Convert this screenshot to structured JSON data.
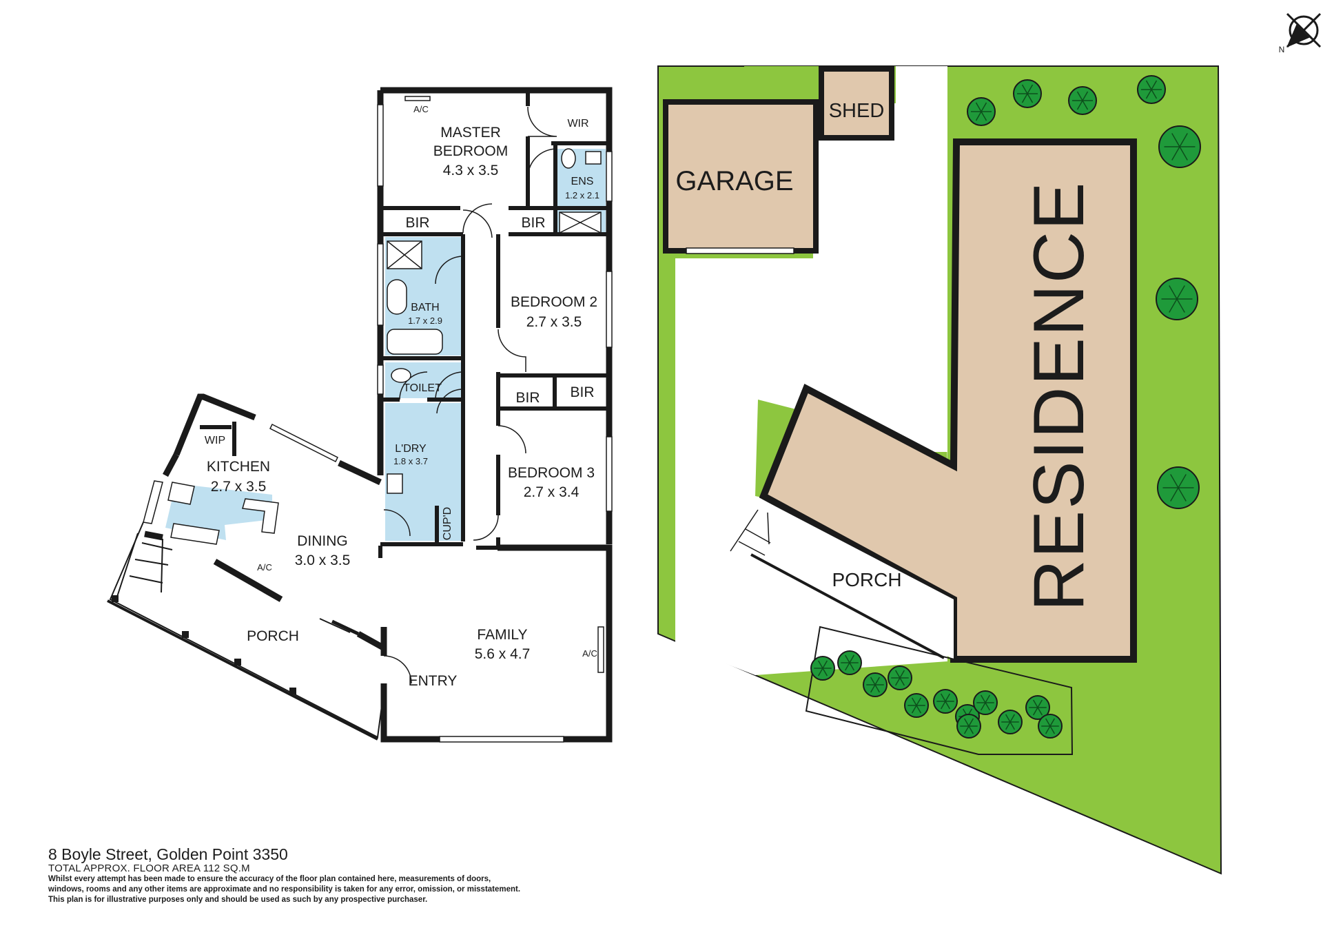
{
  "floorplan": {
    "rooms": {
      "master_bedroom": {
        "name_line1": "MASTER",
        "name_line2": "BEDROOM",
        "dims": "4.3 x 3.5"
      },
      "wir": {
        "name": "WIR"
      },
      "ens": {
        "name": "ENS",
        "dims": "1.2 x 2.1"
      },
      "bir_master_left": {
        "name": "BIR"
      },
      "bir_master_right": {
        "name": "BIR"
      },
      "bath": {
        "name": "BATH",
        "dims": "1.7 x 2.9"
      },
      "bedroom2": {
        "name": "BEDROOM 2",
        "dims": "2.7 x 3.5"
      },
      "toilet": {
        "name": "TOILET"
      },
      "bir_bed3_left": {
        "name": "BIR"
      },
      "bir_bed2": {
        "name": "BIR"
      },
      "laundry": {
        "name": "L'DRY",
        "dims": "1.8 x 3.7"
      },
      "bedroom3": {
        "name": "BEDROOM 3",
        "dims": "2.7 x 3.4"
      },
      "cupd": {
        "name": "CUP'D"
      },
      "wip": {
        "name": "WIP"
      },
      "kitchen": {
        "name": "KITCHEN",
        "dims": "2.7 x 3.5"
      },
      "dining": {
        "name": "DINING",
        "dims": "3.0 x 3.5"
      },
      "porch": {
        "name": "PORCH"
      },
      "family": {
        "name": "FAMILY",
        "dims": "5.6 x 4.7"
      },
      "entry": {
        "name": "ENTRY"
      }
    },
    "ac_labels": {
      "master": "A/C",
      "kitchen": "A/C",
      "family": "A/C"
    }
  },
  "siteplan": {
    "garage": "GARAGE",
    "shed": "SHED",
    "residence": "RESIDENCE",
    "porch": "PORCH",
    "north": "N"
  },
  "colors": {
    "wall": "#1a1a1a",
    "wet_area": "#bfe0f0",
    "grass": "#8dc63f",
    "building": "#e0c8ad",
    "tree": "#1f9a3a"
  },
  "footer": {
    "address": "8 Boyle Street, Golden Point 3350",
    "area": "TOTAL APPROX. FLOOR AREA 112 SQ.M",
    "disclaimer_line1": "Whilst every attempt has been made to ensure the accuracy of the floor plan contained here, measurements of doors,",
    "disclaimer_line2": "windows, rooms and any other items are approximate and no responsibility is taken for any error, omission, or misstatement.",
    "disclaimer_line3": "This plan is for illustrative purposes only and should be used as such by any prospective purchaser."
  }
}
